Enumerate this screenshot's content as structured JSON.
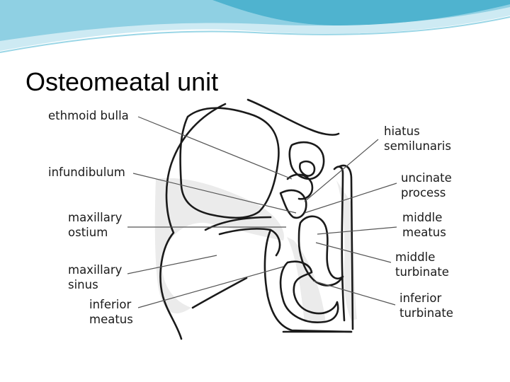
{
  "slide": {
    "title": "Osteomeatal unit",
    "accent_color": "#4fb3cf"
  },
  "diagram": {
    "labels_left": {
      "ethmoid_bulla": "ethmoid bulla",
      "infundibulum": "infundibulum",
      "maxillary_ostium": "maxillary\nostium",
      "maxillary_sinus": "maxillary\nsinus",
      "inferior_meatus": "inferior\nmeatus"
    },
    "labels_right": {
      "hiatus_semilunaris": "hiatus\nsemilunaris",
      "uncinate_process": "uncinate\nprocess",
      "middle_meatus": "middle\nmeatus",
      "middle_turbinate": "middle\nturbinate",
      "inferior_turbinate": "inferior\nturbinate"
    }
  }
}
